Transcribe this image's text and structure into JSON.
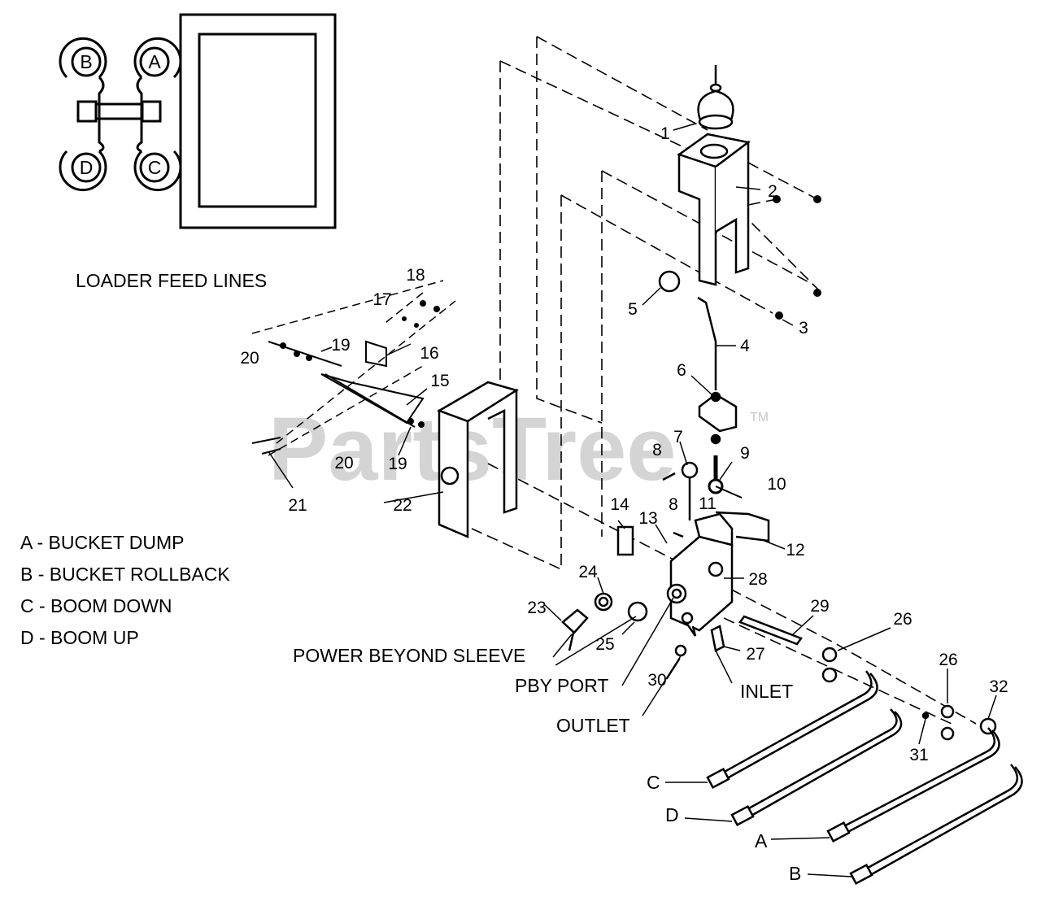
{
  "watermark": {
    "text": "PartsTree",
    "trademark": "TM"
  },
  "inset": {
    "title": "LOADER FEED LINES",
    "ports": [
      "A",
      "B",
      "C",
      "D"
    ]
  },
  "legend": [
    "A - BUCKET DUMP",
    "B - BUCKET ROLLBACK",
    "C - BOOM DOWN",
    "D - BOOM UP"
  ],
  "callouts": {
    "power_beyond_sleeve": "POWER BEYOND SLEEVE",
    "pby_port": "PBY PORT",
    "outlet": "OUTLET",
    "inlet": "INLET"
  },
  "part_numbers": [
    "1",
    "2",
    "3",
    "4",
    "5",
    "6",
    "7",
    "8",
    "8",
    "9",
    "10",
    "11",
    "12",
    "13",
    "14",
    "15",
    "16",
    "17",
    "18",
    "19",
    "19",
    "20",
    "20",
    "21",
    "22",
    "23",
    "24",
    "25",
    "26",
    "26",
    "27",
    "28",
    "29",
    "30",
    "31",
    "32"
  ],
  "hose_ends": [
    "C",
    "D",
    "A",
    "B"
  ]
}
